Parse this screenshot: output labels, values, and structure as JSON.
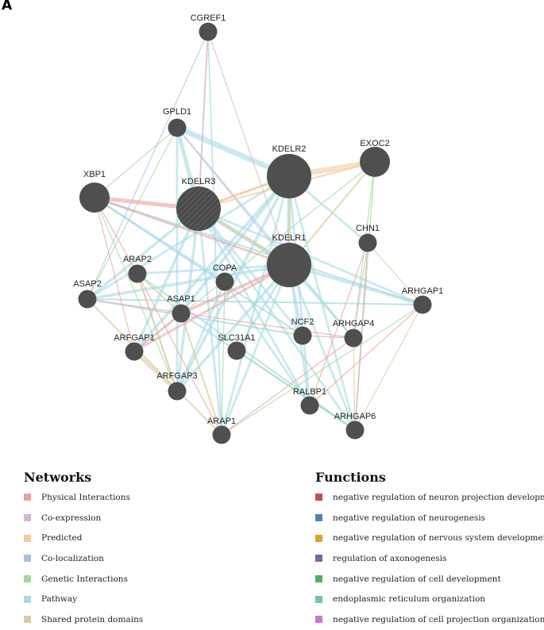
{
  "panel_label": "A",
  "nodes": [
    {
      "id": "CGREF1",
      "label": "CGREF1",
      "size": "small"
    },
    {
      "id": "GPLD1",
      "label": "GPLD1",
      "size": "small"
    },
    {
      "id": "KDELR2",
      "label": "KDELR2",
      "size": "large"
    },
    {
      "id": "EXOC2",
      "label": "EXOC2",
      "size": "medium"
    },
    {
      "id": "XBP1",
      "label": "XBP1",
      "size": "medium"
    },
    {
      "id": "KDELR3",
      "label": "KDELR3",
      "size": "large",
      "query": true
    },
    {
      "id": "KDELR1",
      "label": "KDELR1",
      "size": "large"
    },
    {
      "id": "CHN1",
      "label": "CHN1",
      "size": "small"
    },
    {
      "id": "ARAP2",
      "label": "ARAP2",
      "size": "small"
    },
    {
      "id": "COPA",
      "label": "COPA",
      "size": "small"
    },
    {
      "id": "ASAP2",
      "label": "ASAP2",
      "size": "small"
    },
    {
      "id": "ARHGAP1",
      "label": "ARHGAP1",
      "size": "small"
    },
    {
      "id": "ASAP1",
      "label": "ASAP1",
      "size": "small"
    },
    {
      "id": "NCF2",
      "label": "NCF2",
      "size": "small"
    },
    {
      "id": "ARHGAP4",
      "label": "ARHGAP4",
      "size": "small"
    },
    {
      "id": "ARFGAP1",
      "label": "ARFGAP1",
      "size": "small"
    },
    {
      "id": "SLC31A1",
      "label": "SLC31A1",
      "size": "small"
    },
    {
      "id": "ARFGAP3",
      "label": "ARFGAP3",
      "size": "small"
    },
    {
      "id": "RALBP1",
      "label": "RALBP1",
      "size": "small"
    },
    {
      "id": "ARHGAP6",
      "label": "ARHGAP6",
      "size": "small"
    },
    {
      "id": "ARAP1",
      "label": "ARAP1",
      "size": "small"
    }
  ],
  "edges": [
    {
      "source": "KDELR3",
      "target": "XBP1",
      "type": "physical",
      "weight": 3
    },
    {
      "source": "XBP1",
      "target": "KDELR1",
      "type": "physical",
      "weight": 1.5
    },
    {
      "source": "ASAP1",
      "target": "KDELR1",
      "type": "physical",
      "weight": 2
    },
    {
      "source": "ARFGAP1",
      "target": "KDELR1",
      "type": "physical",
      "weight": 1.5
    },
    {
      "source": "ASAP1",
      "target": "ARFGAP1",
      "type": "physical",
      "weight": 1
    },
    {
      "source": "XBP1",
      "target": "ARFGAP1",
      "type": "physical",
      "weight": 0.5
    },
    {
      "source": "XBP1",
      "target": "ARAP2",
      "type": "physical",
      "weight": 0.5
    },
    {
      "source": "NCF2",
      "target": "ARHGAP4",
      "type": "physical",
      "weight": 0.5
    },
    {
      "source": "CHN1",
      "target": "RALBP1",
      "type": "physical",
      "weight": 0.5
    },
    {
      "source": "CHN1",
      "target": "ARHGAP6",
      "type": "physical",
      "weight": 0.5
    },
    {
      "source": "ARHGAP4",
      "target": "ARAP1",
      "type": "physical",
      "weight": 0.5
    },
    {
      "source": "ARAP2",
      "target": "ARAP1",
      "type": "physical",
      "weight": 0.5
    },
    {
      "source": "ASAP2",
      "target": "ARHGAP4",
      "type": "physical",
      "weight": 0.5
    },
    {
      "source": "ARHGAP1",
      "target": "RALBP1",
      "type": "physical",
      "weight": 0.5
    },
    {
      "source": "CGREF1",
      "target": "KDELR3",
      "type": "coexpression",
      "weight": 1
    },
    {
      "source": "CGREF1",
      "target": "KDELR1",
      "type": "coexpression",
      "weight": 0.5
    },
    {
      "source": "GPLD1",
      "target": "KDELR1",
      "type": "coexpression",
      "weight": 0.5
    },
    {
      "source": "ARAP2",
      "target": "ARFGAP3",
      "type": "coexpression",
      "weight": 0.5
    },
    {
      "source": "CHN1",
      "target": "ARHGAP4",
      "type": "coexpression",
      "weight": 0.5
    },
    {
      "source": "KDELR2",
      "target": "EXOC2",
      "type": "predicted",
      "weight": 4
    },
    {
      "source": "KDELR3",
      "target": "KDELR2",
      "type": "predicted",
      "weight": 1.5
    },
    {
      "source": "CGREF1",
      "target": "ASAP2",
      "type": "colocalization",
      "weight": 0.5
    },
    {
      "source": "GPLD1",
      "target": "ASAP2",
      "type": "genetic",
      "weight": 0.5
    },
    {
      "source": "GPLD1",
      "target": "XBP1",
      "type": "genetic",
      "weight": 0.5
    },
    {
      "source": "EXOC2",
      "target": "ARFGAP1",
      "type": "genetic",
      "weight": 0.5
    },
    {
      "source": "EXOC2",
      "target": "ARHGAP4",
      "type": "genetic",
      "weight": 0.5
    },
    {
      "source": "EXOC2",
      "target": "ARHGAP6",
      "type": "genetic",
      "weight": 0.5
    },
    {
      "source": "COPA",
      "target": "ARAP1",
      "type": "genetic",
      "weight": 0.5
    },
    {
      "source": "SLC31A1",
      "target": "ARHGAP6",
      "type": "genetic",
      "weight": 0.5
    },
    {
      "source": "XBP1",
      "target": "ARFGAP3",
      "type": "genetic",
      "weight": 0.5
    },
    {
      "source": "ARHGAP1",
      "target": "ARAP1",
      "type": "genetic",
      "weight": 0.5
    },
    {
      "source": "GPLD1",
      "target": "KDELR3",
      "type": "pathway",
      "weight": 3
    },
    {
      "source": "GPLD1",
      "target": "KDELR2",
      "type": "pathway",
      "weight": 4
    },
    {
      "source": "GPLD1",
      "target": "ARFGAP3",
      "type": "pathway",
      "weight": 1.5
    },
    {
      "source": "GPLD1",
      "target": "ARHGAP4",
      "type": "pathway",
      "weight": 1
    },
    {
      "source": "KDELR2",
      "target": "KDELR1",
      "type": "pathway",
      "weight": 3
    },
    {
      "source": "KDELR2",
      "target": "ASAP2",
      "type": "pathway",
      "weight": 1.5
    },
    {
      "source": "KDELR2",
      "target": "ARFGAP1",
      "type": "pathway",
      "weight": 2
    },
    {
      "source": "KDELR2",
      "target": "ARFGAP3",
      "type": "pathway",
      "weight": 2
    },
    {
      "source": "KDELR2",
      "target": "ASAP1",
      "type": "pathway",
      "weight": 2
    },
    {
      "source": "KDELR2",
      "target": "ARAP1",
      "type": "pathway",
      "weight": 1.5
    },
    {
      "source": "KDELR2",
      "target": "RALBP1",
      "type": "pathway",
      "weight": 1.5
    },
    {
      "source": "KDELR2",
      "target": "ARHGAP6",
      "type": "pathway",
      "weight": 1.5
    },
    {
      "source": "KDELR3",
      "target": "KDELR1",
      "type": "pathway",
      "weight": 3
    },
    {
      "source": "KDELR3",
      "target": "ASAP2",
      "type": "pathway",
      "weight": 2
    },
    {
      "source": "KDELR3",
      "target": "ARFGAP1",
      "type": "pathway",
      "weight": 2
    },
    {
      "source": "KDELR3",
      "target": "ARFGAP3",
      "type": "pathway",
      "weight": 2
    },
    {
      "source": "KDELR3",
      "target": "ARAP1",
      "type": "pathway",
      "weight": 1.5
    },
    {
      "source": "KDELR3",
      "target": "RALBP1",
      "type": "pathway",
      "weight": 1.5
    },
    {
      "source": "KDELR3",
      "target": "ARHGAP6",
      "type": "pathway",
      "weight": 1.5
    },
    {
      "source": "KDELR3",
      "target": "ARHGAP1",
      "type": "pathway",
      "weight": 1.5
    },
    {
      "source": "KDELR3",
      "target": "NCF2",
      "type": "pathway",
      "weight": 1.5
    },
    {
      "source": "KDELR1",
      "target": "ASAP2",
      "type": "pathway",
      "weight": 2
    },
    {
      "source": "KDELR1",
      "target": "ARAP2",
      "type": "pathway",
      "weight": 1.5
    },
    {
      "source": "KDELR1",
      "target": "ARFGAP3",
      "type": "pathway",
      "weight": 2
    },
    {
      "source": "KDELR1",
      "target": "ARAP1",
      "type": "pathway",
      "weight": 1.5
    },
    {
      "source": "KDELR1",
      "target": "ARHGAP1",
      "type": "pathway",
      "weight": 2
    },
    {
      "source": "KDELR1",
      "target": "RALBP1",
      "type": "pathway",
      "weight": 1.5
    },
    {
      "source": "KDELR1",
      "target": "ARHGAP6",
      "type": "pathway",
      "weight": 1.5
    },
    {
      "source": "KDELR1",
      "target": "NCF2",
      "type": "pathway",
      "weight": 1.5
    },
    {
      "source": "KDELR1",
      "target": "ARHGAP4",
      "type": "pathway",
      "weight": 1.5
    },
    {
      "source": "KDELR1",
      "target": "SLC31A1",
      "type": "pathway",
      "weight": 1.5
    },
    {
      "source": "COPA",
      "target": "XBP1",
      "type": "pathway",
      "weight": 1.5
    },
    {
      "source": "COPA",
      "target": "ARFGAP3",
      "type": "pathway",
      "weight": 1.5
    },
    {
      "source": "COPA",
      "target": "RALBP1",
      "type": "pathway",
      "weight": 1.5
    },
    {
      "source": "XBP1",
      "target": "ARHGAP1",
      "type": "pathway",
      "weight": 1
    },
    {
      "source": "XBP1",
      "target": "NCF2",
      "type": "pathway",
      "weight": 1
    },
    {
      "source": "ASAP2",
      "target": "ARHGAP1",
      "type": "pathway",
      "weight": 1
    },
    {
      "source": "ASAP2",
      "target": "NCF2",
      "type": "pathway",
      "weight": 1
    },
    {
      "source": "ARAP2",
      "target": "ARHGAP6",
      "type": "pathway",
      "weight": 1
    },
    {
      "source": "CGREF1",
      "target": "ARAP1",
      "type": "pathway",
      "weight": 0.8
    },
    {
      "source": "ASAP1",
      "target": "ARHGAP6",
      "type": "pathway",
      "weight": 1
    },
    {
      "source": "KDELR3",
      "target": "KDELR2",
      "type": "shared",
      "weight": 1.5
    },
    {
      "source": "KDELR3",
      "target": "KDELR1",
      "type": "shared",
      "weight": 2
    },
    {
      "source": "KDELR2",
      "target": "KDELR1",
      "type": "shared",
      "weight": 1
    },
    {
      "source": "ARFGAP1",
      "target": "ARFGAP3",
      "type": "shared",
      "weight": 2.5
    },
    {
      "source": "ASAP2",
      "target": "ARAP1",
      "type": "shared",
      "weight": 1
    },
    {
      "source": "ARAP2",
      "target": "ASAP1",
      "type": "shared",
      "weight": 1
    },
    {
      "source": "ASAP1",
      "target": "ARAP1",
      "type": "shared",
      "weight": 1
    },
    {
      "source": "ARAP2",
      "target": "ARFGAP3",
      "type": "shared",
      "weight": 1
    },
    {
      "source": "CHN1",
      "target": "ARHGAP1",
      "type": "shared",
      "weight": 0.5
    },
    {
      "source": "ARHGAP1",
      "target": "ARHGAP6",
      "type": "shared",
      "weight": 0.5
    },
    {
      "source": "ARHGAP4",
      "target": "ARHGAP6",
      "type": "shared",
      "weight": 0.5
    },
    {
      "source": "KDELR2",
      "target": "CHN1",
      "type": "pathway",
      "weight": 1.5
    },
    {
      "source": "EXOC2",
      "target": "KDELR1",
      "type": "shared",
      "weight": 1
    },
    {
      "source": "EXOC2",
      "target": "KDELR3",
      "type": "predicted",
      "weight": 1
    }
  ],
  "edge_colors": {
    "physical": "#e8a3a3",
    "coexpression": "#d7b4d7",
    "predicted": "#f5c99e",
    "colocalization": "#a9bfe3",
    "genetic": "#9fda9f",
    "pathway": "#a6dbe4",
    "shared": "#dacd9a"
  },
  "node_color": "#4f4f4f",
  "networks_legend": {
    "heading": "Networks",
    "items": [
      {
        "label": "Physical Interactions",
        "color": "#e8a3a3"
      },
      {
        "label": "Co-expression",
        "color": "#d7b4d7"
      },
      {
        "label": "Predicted",
        "color": "#f5c99e"
      },
      {
        "label": "Co-localization",
        "color": "#a9bfe3"
      },
      {
        "label": "Genetic Interactions",
        "color": "#9fda9f"
      },
      {
        "label": "Pathway",
        "color": "#a6dbe4"
      },
      {
        "label": "Shared protein domains",
        "color": "#dacd9a"
      }
    ]
  },
  "functions_legend": {
    "heading": "Functions",
    "items": [
      {
        "label": "negative regulation of neuron projection development",
        "color": "#c0504d"
      },
      {
        "label": "negative regulation of neurogenesis",
        "color": "#4f81bd"
      },
      {
        "label": "negative regulation of nervous system development",
        "color": "#e0a030"
      },
      {
        "label": "regulation of axonogenesis",
        "color": "#8064a2"
      },
      {
        "label": "negative regulation of cell development",
        "color": "#4caf64"
      },
      {
        "label": "endoplasmic reticulum organization",
        "color": "#6fc2b4"
      },
      {
        "label": "negative regulation of cell projection organization",
        "color": "#cc77cc"
      }
    ]
  }
}
